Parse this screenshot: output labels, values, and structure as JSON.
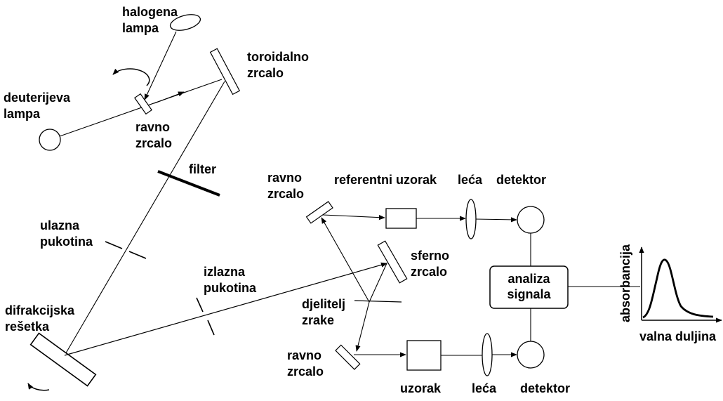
{
  "labels": {
    "halogen_lamp": "halogena\nlampa",
    "deuterium_lamp": "deuterijeva\nlampa",
    "flat_mirror_top": "ravno\nzrcalo",
    "toroidal_mirror": "toroidalno\nzrcalo",
    "filter": "filter",
    "entrance_slit": "ulazna\npukotina",
    "exit_slit": "izlazna\npukotina",
    "grating": "difrakcijska\nrešetka",
    "flat_mirror_ref": "ravno\nzrcalo",
    "reference_sample": "referentni uzorak",
    "lens_top": "leća",
    "detector_top": "detektor",
    "spherical_mirror": "sferno\nzrcalo",
    "beam_splitter": "djelitelj\nzrake",
    "flat_mirror_sample": "ravno\nzrcalo",
    "sample": "uzorak",
    "lens_bottom": "leća",
    "detector_bottom": "detektor",
    "signal_analysis": "analiza\nsignala"
  },
  "plot": {
    "ylabel": "absorbancija",
    "xlabel": "valna duljina"
  }
}
